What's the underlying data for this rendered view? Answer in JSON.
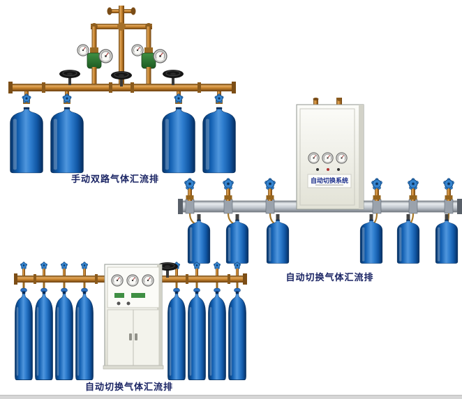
{
  "page": {
    "background": "#ffffff"
  },
  "products": [
    {
      "caption": "手动双路气体汇流排"
    },
    {
      "caption": "自动切换气体汇流排",
      "cabinet_text": "自动切换系统"
    },
    {
      "caption": "自动切换气体汇流排"
    }
  ],
  "colors": {
    "caption_text": "#1a2464",
    "cylinder_blue": "#1360b2",
    "pipe_brass": "#c8842e",
    "rail_silver": "#c2c8cf",
    "cabinet": "#f2f2ea",
    "regulator_green": "#2f7a33",
    "valve_black": "#151515",
    "handwheel_blue": "#3584cf"
  }
}
